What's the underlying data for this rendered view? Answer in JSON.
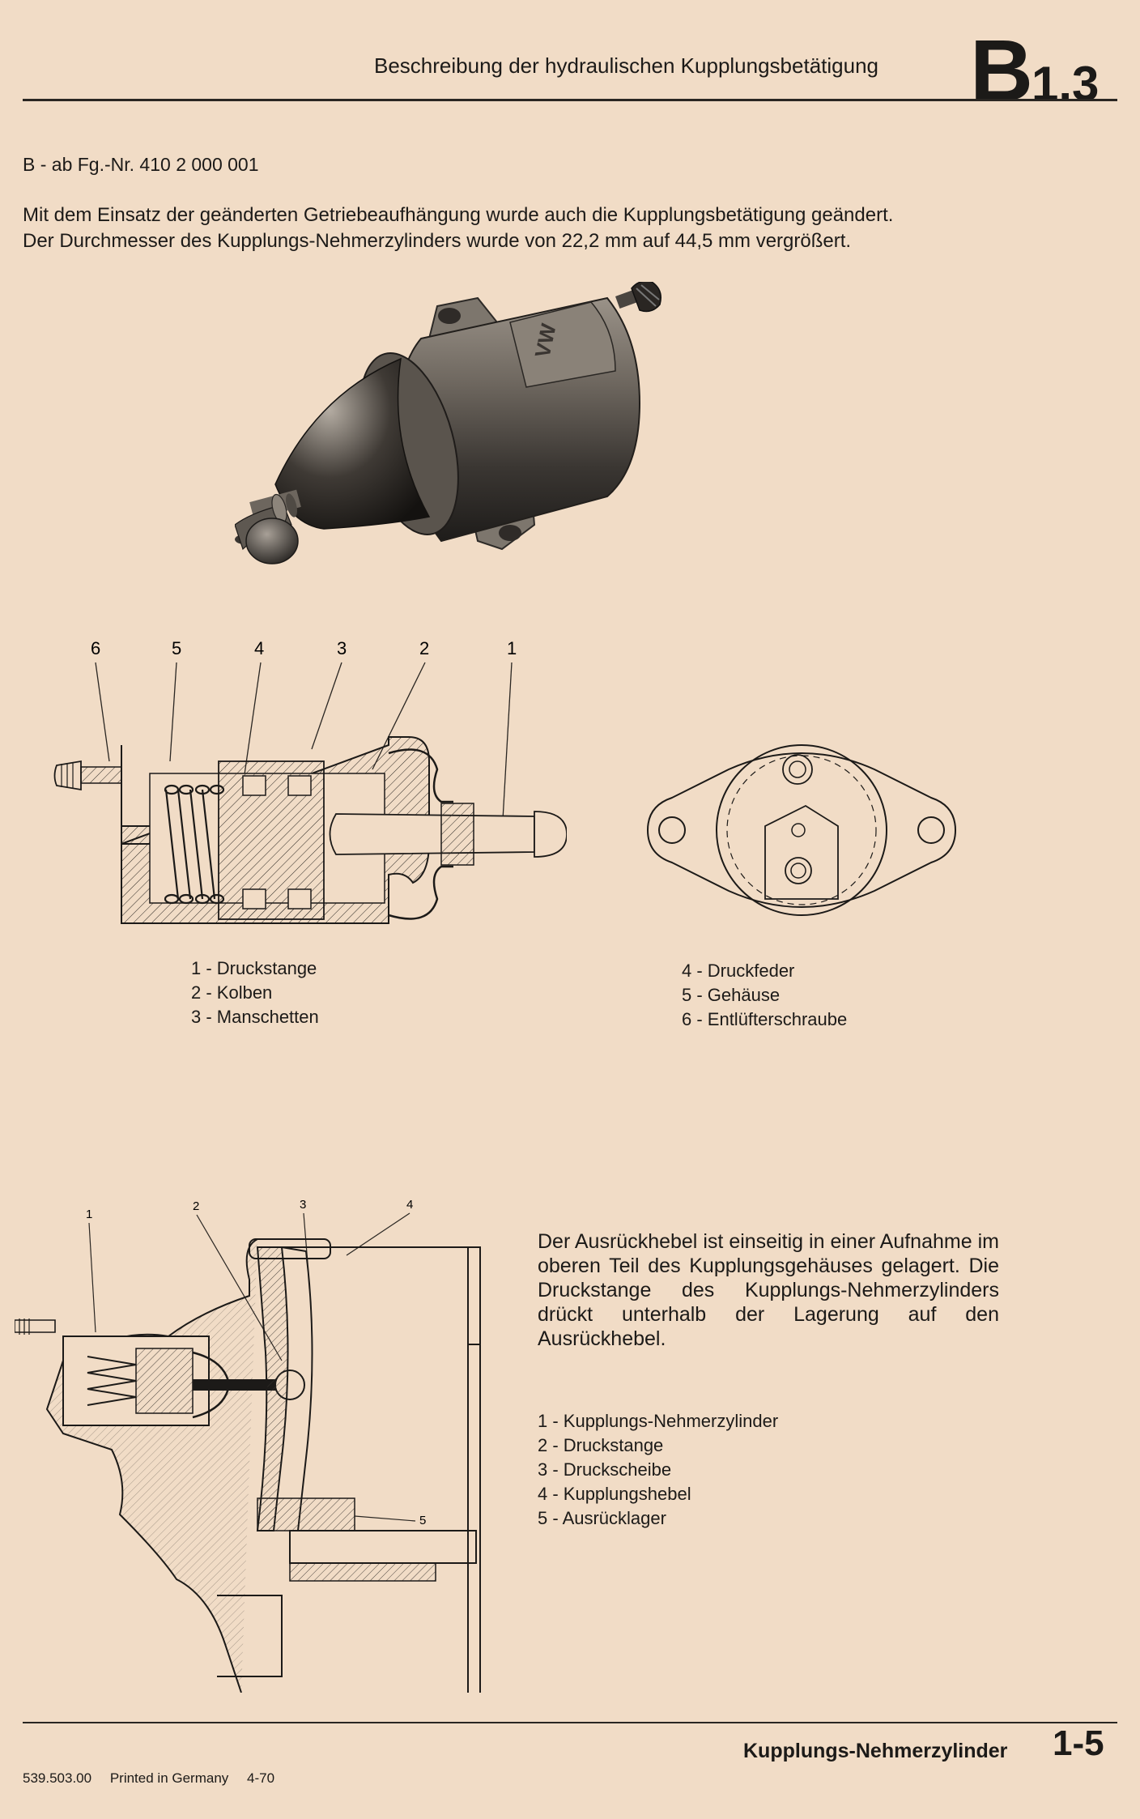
{
  "header": {
    "title": "Beschreibung der hydraulischen Kupplungsbetätigung",
    "code_letter": "B",
    "code_number": "1.3"
  },
  "serial_line": "B - ab Fg.-Nr. 410 2 000 001",
  "intro": {
    "line1": "Mit dem Einsatz der geänderten Getriebeaufhängung wurde auch die Kupplungsbetätigung geändert.",
    "line2": "Der Durchmesser des Kupplungs-Nehmerzylinders wurde von 22,2 mm auf 44,5 mm vergrößert."
  },
  "photo": {
    "embossed_text": "VW"
  },
  "diagram1": {
    "callouts": [
      "6",
      "5",
      "4",
      "3",
      "2",
      "1"
    ],
    "legend_left": [
      "1 - Druckstange",
      "2 - Kolben",
      "3 - Manschetten"
    ],
    "legend_right": [
      "4 - Druckfeder",
      "5 - Gehäuse",
      "6 - Entlüfterschraube"
    ]
  },
  "diagram2": {
    "callouts": [
      "1",
      "2",
      "3",
      "4",
      "5"
    ],
    "paragraph": "Der Ausrückhebel ist einseitig in einer Aufnahme im oberen Teil des Kupplungsgehäuses gelagert. Die Druckstange des Kupplungs-Nehmerzylinders drückt unterhalb der Lagerung auf den Ausrückhebel.",
    "legend": [
      "1 - Kupplungs-Nehmerzylinder",
      "2 - Druckstange",
      "3 - Druckscheibe",
      "4 - Kupplungshebel",
      "5 - Ausrücklager"
    ]
  },
  "footer": {
    "title": "Kupplungs-Nehmerzylinder",
    "page": "1-5",
    "part_number": "539.503.00",
    "printed": "Printed in Germany",
    "date": "4-70"
  },
  "colors": {
    "paper": "#f1dcc6",
    "ink": "#1c1a18"
  }
}
